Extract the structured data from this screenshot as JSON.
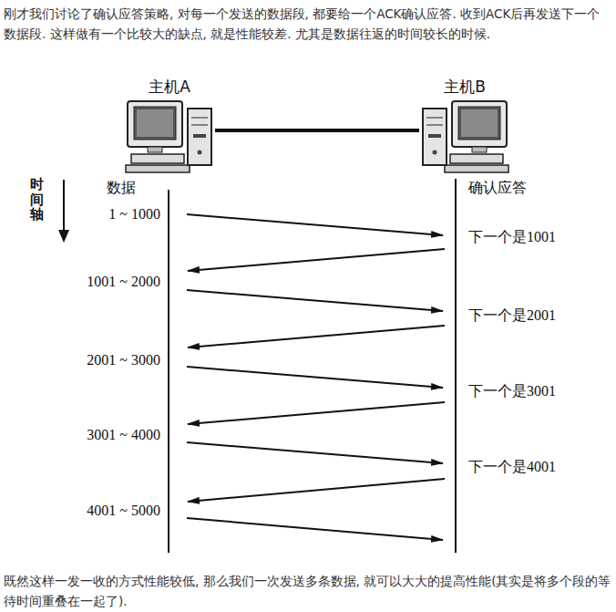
{
  "diagram": {
    "nodes": [
      {
        "text": [
          "主机A"
        ]
      },
      {
        "text": [
          "主机B"
        ]
      }
    ],
    "edges": [
      {
        "from": 0,
        "to": 1,
        "arrow": "none"
      }
    ],
    "labels": [
      "刚才我们讨论了确认应答策略, 对每一个发送的数据段, 都要给一个ACK确认应答. 收到ACK后再发送下一个数据段. 这样做有一个比较大的缺点, 就是性能较差. 尤其是数据往返的时间较长的时候.",
      "时间轴",
      "数据",
      "确认应答",
      "1 ~ 1000",
      "下一个是1001",
      "1001 ~ 2000",
      "下一个是2001",
      "2001 ~ 3000",
      "下一个是3001",
      "3001 ~ 4000",
      "下一个是4001",
      "4001 ~ 5000",
      "既然这样一发一收的方式性能较低, 那么我们一次发送多条数据, 就可以大大的提高性能(其实是将多个段的等待时间重叠在一起了)."
    ]
  }
}
